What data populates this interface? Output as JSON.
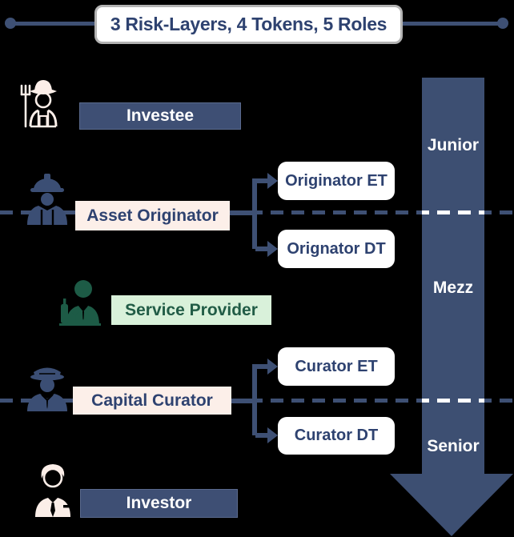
{
  "title": {
    "text": "3 Risk-Layers, 4 Tokens, 5 Roles"
  },
  "risk_layers": [
    {
      "label": "Junior"
    },
    {
      "label": "Mezz"
    },
    {
      "label": "Senior"
    }
  ],
  "roles": [
    {
      "label": "Investee",
      "icon": "farmer-icon",
      "style": "navy"
    },
    {
      "label": "Asset Originator",
      "icon": "construction-worker-icon",
      "style": "pink"
    },
    {
      "label": "Service Provider",
      "icon": "bartender-icon",
      "style": "green"
    },
    {
      "label": "Capital Curator",
      "icon": "captain-icon",
      "style": "pink"
    },
    {
      "label": "Investor",
      "icon": "businessman-icon",
      "style": "navy"
    }
  ],
  "tokens": [
    {
      "label": "Originator ET"
    },
    {
      "label": "Orignator DT"
    },
    {
      "label": "Curator ET"
    },
    {
      "label": "Curator DT"
    }
  ],
  "colors": {
    "background": "#000000",
    "navy": "#3e5074",
    "navy_box": "#3e4f74",
    "arrow": "#3d4f72",
    "pink_box": "#fcefe9",
    "green_box": "#d9f1da",
    "green_icon": "#1d5b46",
    "cream_icon": "#fbeee8",
    "title_text": "#2e4270",
    "box_border_gray": "#b3b3b3",
    "white": "#ffffff"
  }
}
